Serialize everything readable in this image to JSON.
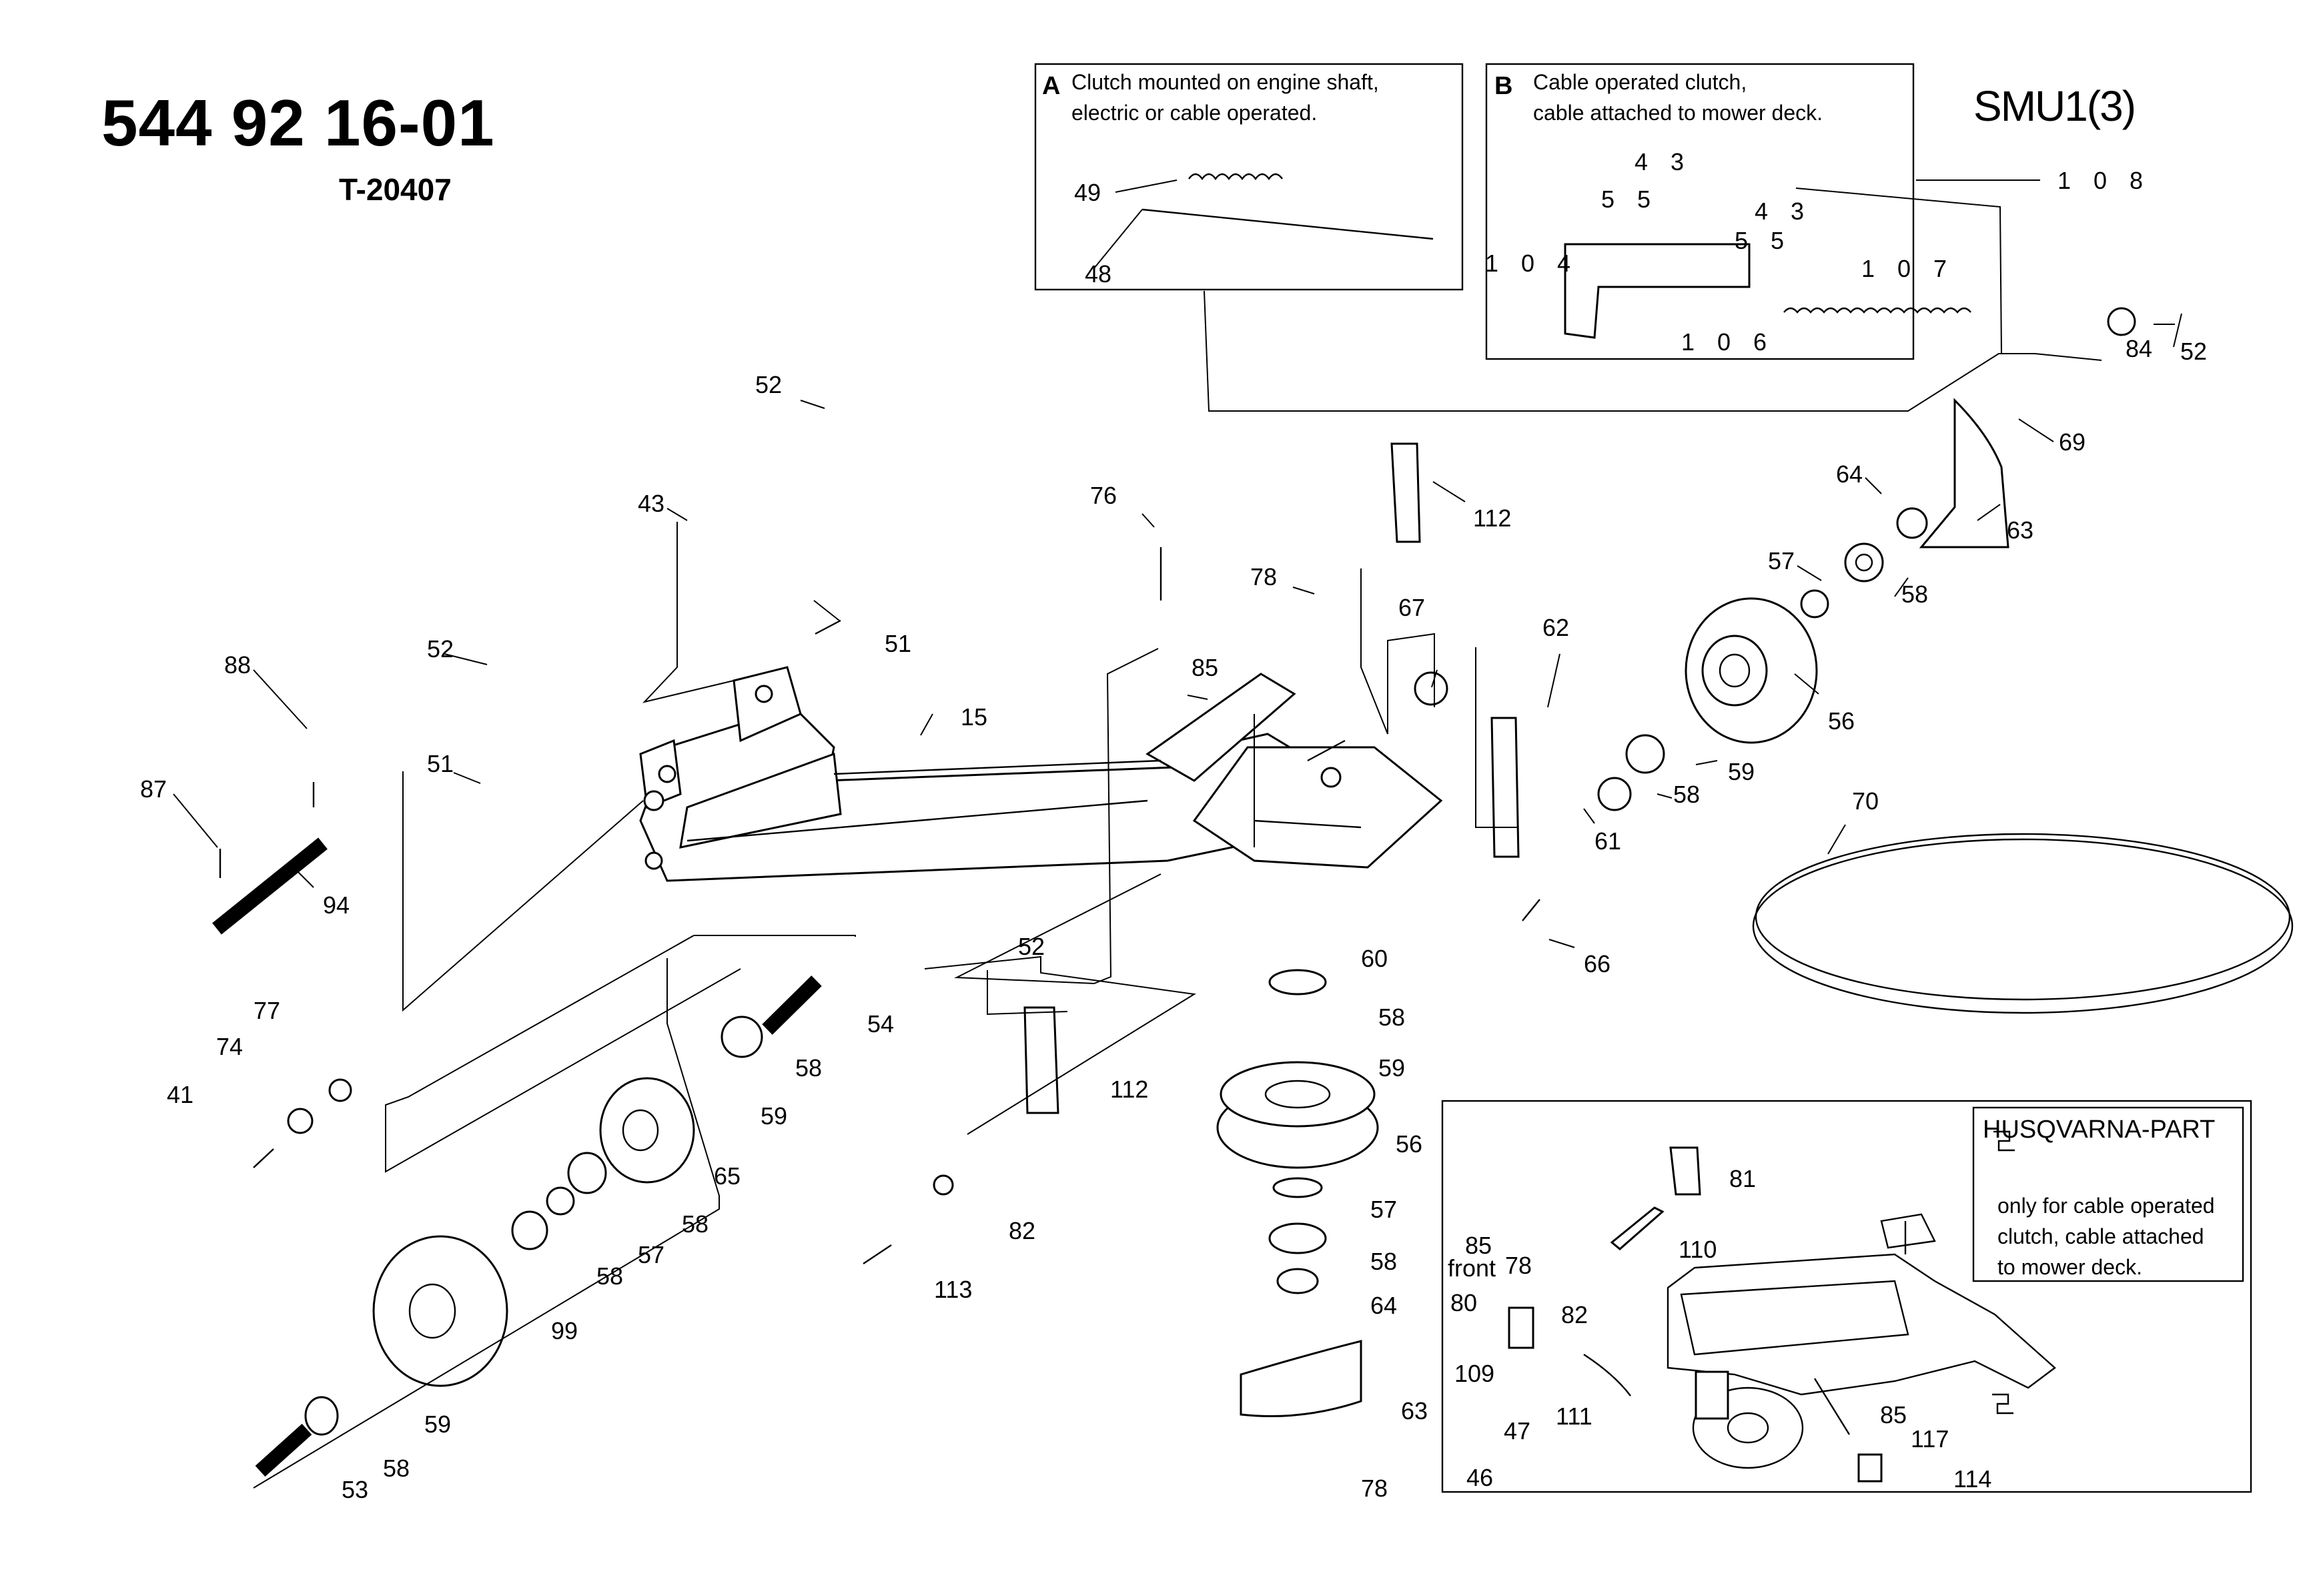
{
  "header": {
    "part_number": "544 92 16-01",
    "drawing_number": "T-20407",
    "page_code": "SMU1(3)"
  },
  "inset_a": {
    "letter": "A",
    "caption_line1": "Clutch mounted on engine shaft,",
    "caption_line2": "electric or cable operated."
  },
  "inset_b": {
    "letter": "B",
    "caption_line1": "Cable operated clutch,",
    "caption_line2": "cable attached to mower deck."
  },
  "husqvarna_box": {
    "title": "HUSQVARNA-PART",
    "note_line1": "only for cable operated",
    "note_line2": "clutch, cable attached",
    "note_line3": "to mower deck."
  },
  "front_label": "front",
  "callouts": [
    "49",
    "48",
    "4 3",
    "5 5",
    "4 3",
    "5 5",
    "1 0 4",
    "1 0 6",
    "1 0 7",
    "1 0 8",
    "84",
    "52",
    "69",
    "64",
    "63",
    "57",
    "58",
    "56",
    "59",
    "58",
    "62",
    "61",
    "67",
    "66",
    "70",
    "112",
    "78",
    "76",
    "85",
    "15",
    "52",
    "43",
    "51",
    "52",
    "51",
    "88",
    "87",
    "94",
    "60",
    "58",
    "59",
    "56",
    "57",
    "58",
    "64",
    "63",
    "78",
    "52",
    "112",
    "82",
    "113",
    "54",
    "58",
    "59",
    "65",
    "58",
    "57",
    "58",
    "99",
    "59",
    "58",
    "53",
    "77",
    "74",
    "41",
    "81",
    "110",
    "85",
    "78",
    "82",
    "80",
    "109",
    "47",
    "111",
    "46",
    "85",
    "117",
    "114"
  ]
}
